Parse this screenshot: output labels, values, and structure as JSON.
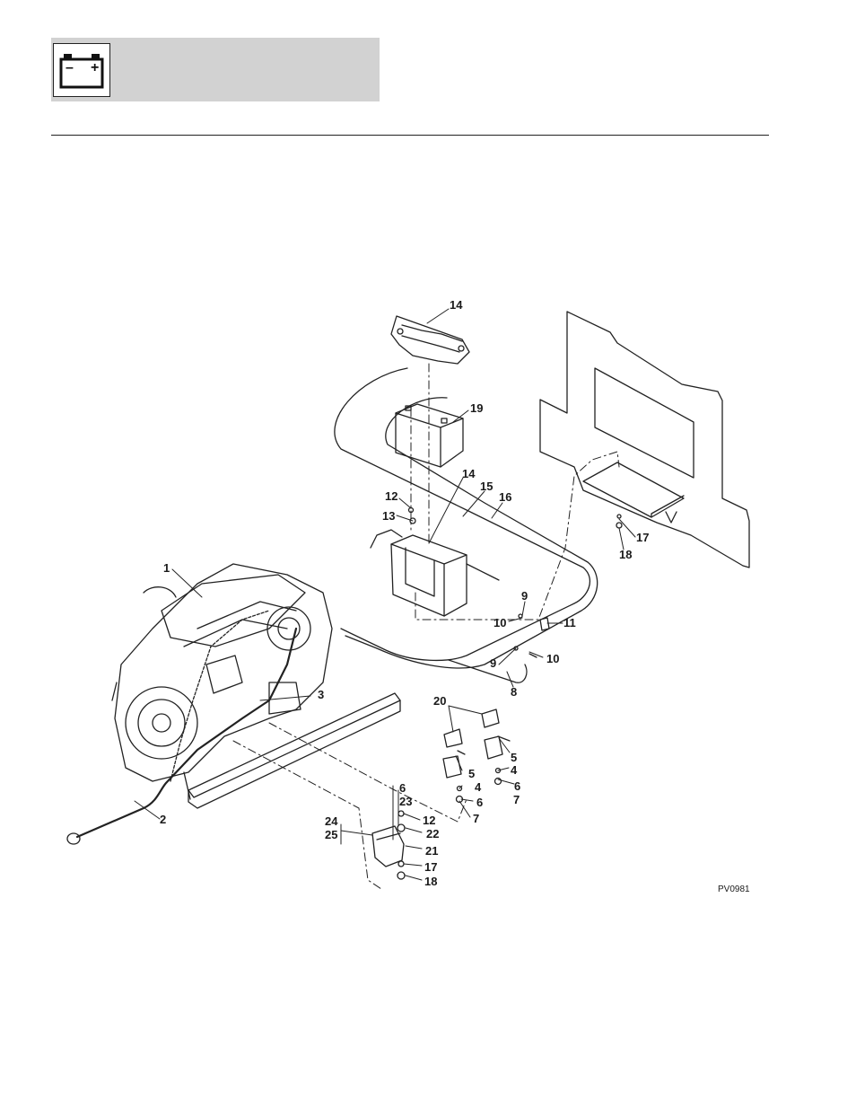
{
  "header": {
    "icon": "battery-icon",
    "battery_minus": "–",
    "battery_plus": "+"
  },
  "figure": {
    "id": "PV0981",
    "callouts": {
      "c14a": "14",
      "c19": "19",
      "c14b": "14",
      "c15": "15",
      "c16": "16",
      "c12a": "12",
      "c13": "13",
      "c17a": "17",
      "c18a": "18",
      "c1": "1",
      "c9a": "9",
      "c10a": "10",
      "c11": "11",
      "c9b": "9",
      "c10b": "10",
      "c8": "8",
      "c3": "3",
      "c20": "20",
      "c5a": "5",
      "c5b": "5",
      "c4a": "4",
      "c4b": "4",
      "c6a": "6",
      "c6b": "6",
      "c7a": "7",
      "c7b": "7",
      "c6c": "6",
      "c23": "23",
      "c24": "24",
      "c25": "25",
      "c12b": "12",
      "c22": "22",
      "c21": "21",
      "c17b": "17",
      "c18b": "18",
      "c2": "2"
    }
  }
}
